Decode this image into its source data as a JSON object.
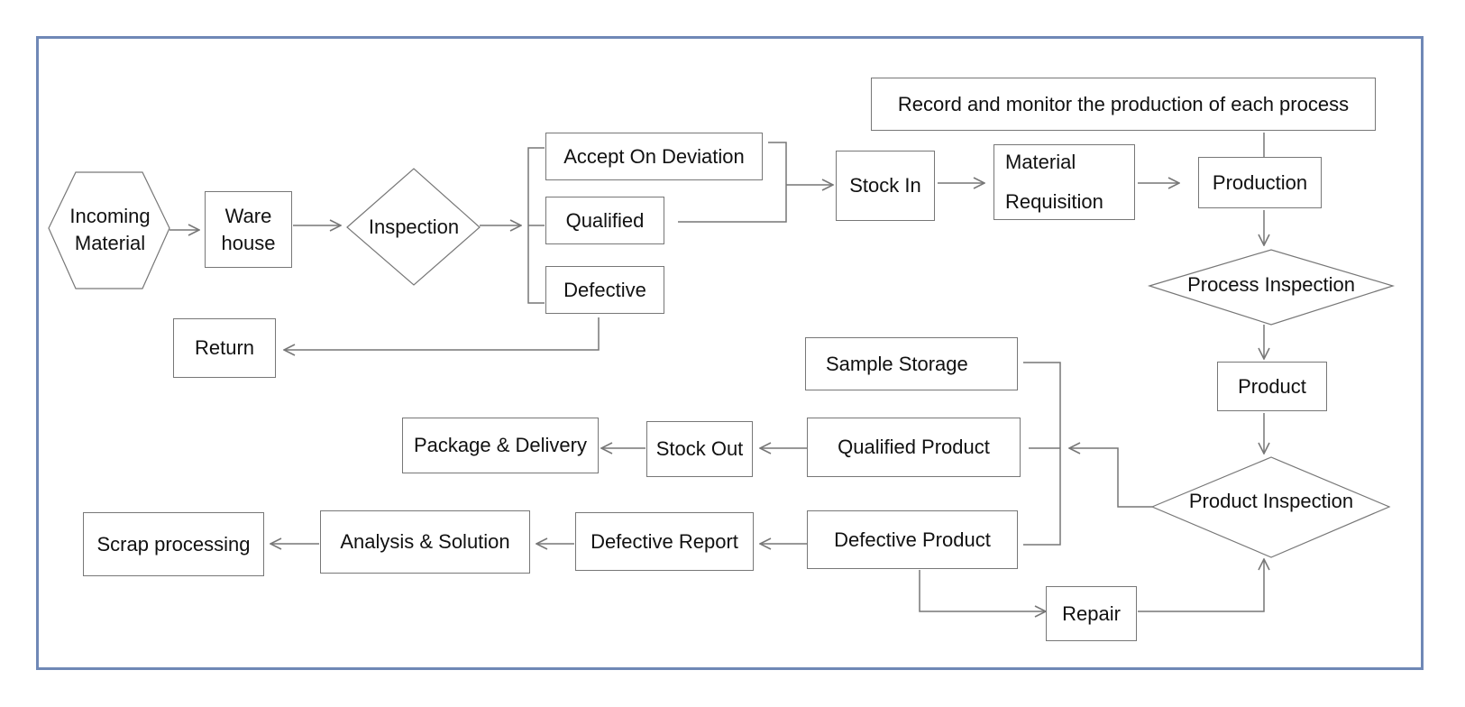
{
  "diagram": {
    "border_color": "#6f88b6",
    "line_color": "#777777",
    "nodes": {
      "incoming_material": "Incoming Material",
      "warehouse": "Ware house",
      "inspection": "Inspection",
      "accept_on_deviation": "Accept On Deviation",
      "qualified": "Qualified",
      "defective": "Defective",
      "return": "Return",
      "stock_in": "Stock In",
      "material_requisition": "Material Requisition",
      "record_monitor": "Record and monitor the production of each process",
      "production": "Production",
      "process_inspection": "Process Inspection",
      "product": "Product",
      "product_inspection": "Product Inspection",
      "sample_storage": "Sample Storage",
      "qualified_product": "Qualified Product",
      "defective_product": "Defective Product",
      "stock_out": "Stock Out",
      "package_delivery": "Package & Delivery",
      "defective_report": "Defective Report",
      "analysis_solution": "Analysis & Solution",
      "scrap_processing": "Scrap processing",
      "repair": "Repair"
    }
  }
}
